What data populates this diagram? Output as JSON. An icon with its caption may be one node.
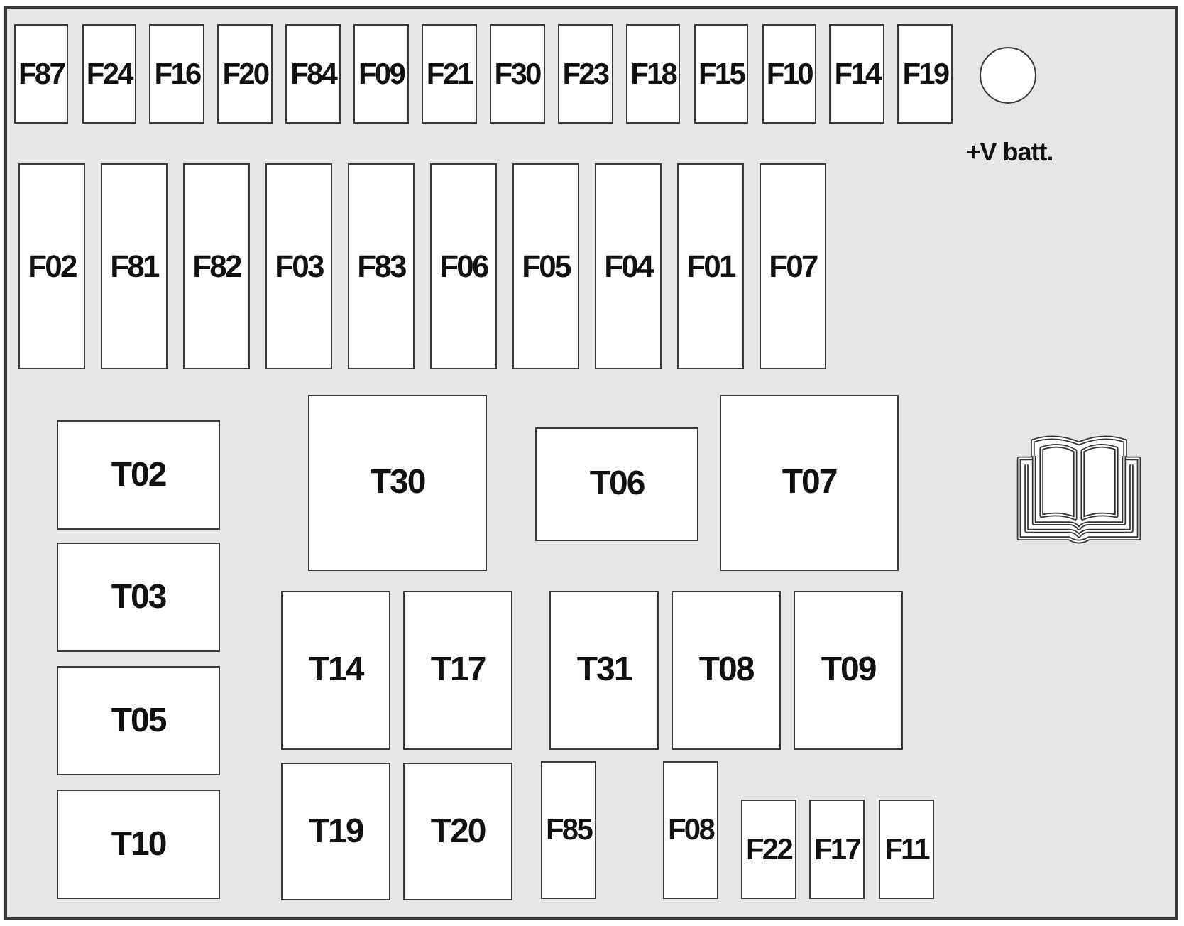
{
  "diagram": {
    "nodes": [
      {
        "text": [
          "F87"
        ]
      },
      {
        "text": [
          "F24"
        ]
      },
      {
        "text": [
          "F16"
        ]
      },
      {
        "text": [
          "F20"
        ]
      },
      {
        "text": [
          "F84"
        ]
      },
      {
        "text": [
          "F09"
        ]
      },
      {
        "text": [
          "F21"
        ]
      },
      {
        "text": [
          "F30"
        ]
      },
      {
        "text": [
          "F23"
        ]
      },
      {
        "text": [
          "F18"
        ]
      },
      {
        "text": [
          "F15"
        ]
      },
      {
        "text": [
          "F10"
        ]
      },
      {
        "text": [
          "F14"
        ]
      },
      {
        "text": [
          "F19"
        ]
      },
      {
        "text": [],
        "shape": "circle"
      },
      {
        "text": [
          "F02"
        ]
      },
      {
        "text": [
          "F81"
        ]
      },
      {
        "text": [
          "F82"
        ]
      },
      {
        "text": [
          "F03"
        ]
      },
      {
        "text": [
          "F83"
        ]
      },
      {
        "text": [
          "F06"
        ]
      },
      {
        "text": [
          "F05"
        ]
      },
      {
        "text": [
          "F04"
        ]
      },
      {
        "text": [
          "F01"
        ]
      },
      {
        "text": [
          "F07"
        ]
      },
      {
        "text": [
          "T02"
        ]
      },
      {
        "text": [
          "T30"
        ]
      },
      {
        "text": [
          "T06"
        ]
      },
      {
        "text": [
          "T07"
        ]
      },
      {
        "text": [
          "T03"
        ]
      },
      {
        "text": [
          "T14"
        ]
      },
      {
        "text": [
          "T17"
        ]
      },
      {
        "text": [
          "T31"
        ]
      },
      {
        "text": [
          "T08"
        ]
      },
      {
        "text": [
          "T09"
        ]
      },
      {
        "text": [
          "T05"
        ]
      },
      {
        "text": [
          "T10"
        ]
      },
      {
        "text": [
          "T19"
        ]
      },
      {
        "text": [
          "T20"
        ]
      },
      {
        "text": [
          "F85"
        ]
      },
      {
        "text": [
          "F08"
        ]
      },
      {
        "text": [
          "F22"
        ]
      },
      {
        "text": [
          "F17"
        ]
      },
      {
        "text": [
          "F11"
        ]
      }
    ],
    "labels": [
      "+V batt."
    ]
  }
}
